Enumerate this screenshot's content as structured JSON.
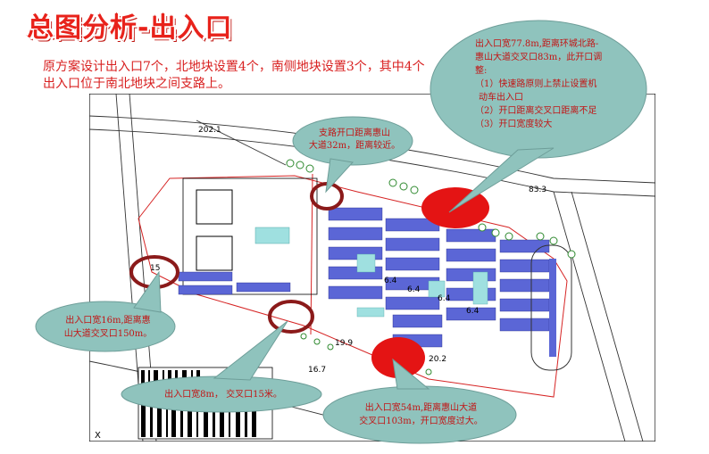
{
  "title": "总图分析-出入口",
  "intro": "原方案设计出入口7个，北地块设置4个，南侧地块设置3个，其中4个出入口位于南北地块之间支路上。",
  "plan": {
    "labels": [
      "202.1",
      "83.3",
      "6.4",
      "6.4",
      "6.4",
      "6.4",
      "19.9",
      "20.2",
      "16.7",
      "15"
    ]
  },
  "callouts": {
    "top_right": [
      "出入口宽77.8m,距离环城北路-",
      "惠山大道交叉口83m，此开口调",
      "整:",
      "（1）快速路原则上禁止设置机",
      "动车出入口",
      "（2）开口距离交叉口距离不足",
      "（3）开口宽度较大"
    ],
    "top_mid": [
      "支路开口距离惠山",
      "大道32m，距离较近。"
    ],
    "left": [
      "出入口宽16m,距离惠",
      "山大道交叉口150m。"
    ],
    "bottom_left": [
      "出入口宽8m， 交叉口15米。"
    ],
    "bottom_right": [
      "出入口宽54m,距离惠山大道",
      "交叉口103m，开口宽度过大。"
    ]
  },
  "colors": {
    "accent": "#e8221b",
    "bubble": "#8fc3bd",
    "marker": "#e41414",
    "circle": "#8b1a1a",
    "parking": "#5b66d6",
    "green": "#3a9a3a"
  }
}
